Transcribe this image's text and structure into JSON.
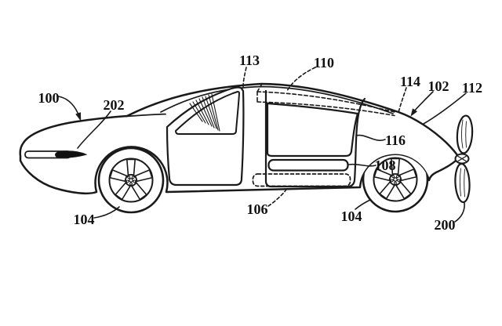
{
  "page": {
    "background": "#ffffff"
  },
  "colors": {
    "ink": "#1a1a1a",
    "label_text": "#111111",
    "sensor_fill": "#111111"
  },
  "figure": {
    "labels": {
      "l100": "100",
      "l202": "202",
      "l113": "113",
      "l110": "110",
      "l114": "114",
      "l102": "102",
      "l112": "112",
      "l116": "116",
      "l108": "108",
      "l106": "106",
      "l104_front": "104",
      "l104_rear": "104",
      "l200": "200"
    }
  }
}
